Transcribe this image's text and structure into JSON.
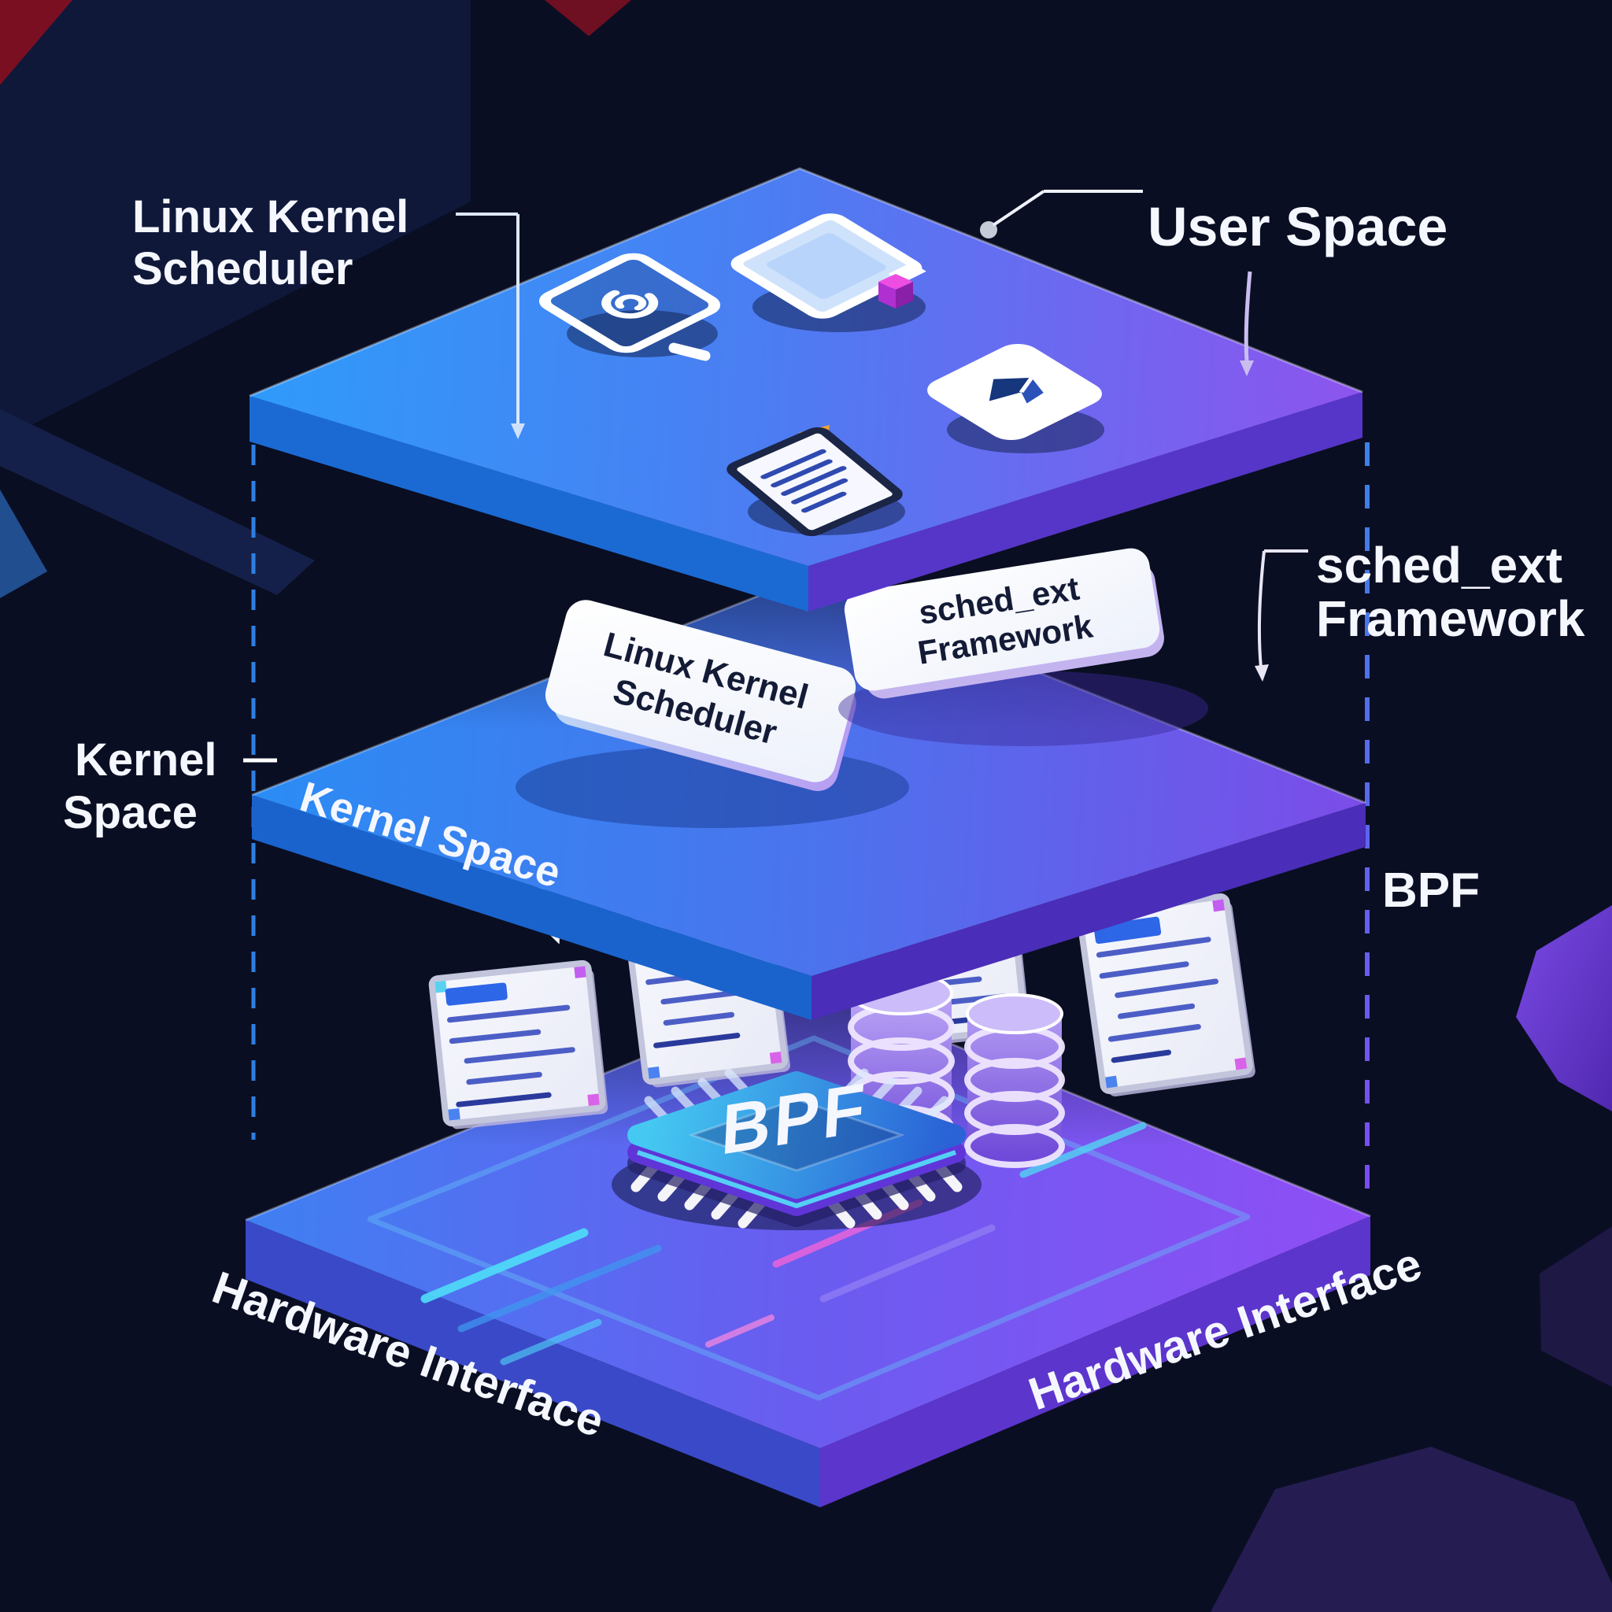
{
  "labels": {
    "linux_kernel_scheduler": {
      "line1": "Linux Kernel",
      "line2": "Scheduler"
    },
    "user_space": "User Space",
    "sched_ext_framework": {
      "line1": "sched_ext",
      "line2": "Framework"
    },
    "kernel_space_left": {
      "line1": "Kernel",
      "line2": "Space"
    },
    "kernel_space_on_layer": "Kernel Space",
    "bpf_right": "BPF",
    "hardware_interface_left": "Hardware Interface",
    "hardware_interface_right": "Hardware Interface"
  },
  "nodes": {
    "scheduler_box": {
      "line1": "Linux Kernel",
      "line2": "Scheduler"
    },
    "sched_ext_box": {
      "line1": "sched_ext",
      "line2": "Framework"
    },
    "bpf_chip_label": "BPF"
  },
  "layers": [
    {
      "id": "user-space",
      "name": "User Space"
    },
    {
      "id": "kernel-space",
      "name": "Kernel Space"
    },
    {
      "id": "hardware-interface",
      "name": "Hardware Interface"
    }
  ],
  "icons": [
    "terminal-icon",
    "monitor-icon",
    "app-icon",
    "document-icon",
    "bpf-chip-icon",
    "database-stack-icon",
    "code-card-icon"
  ],
  "colors": {
    "background": "#0a0e22",
    "layer_blue": "#2f8bf2",
    "layer_purple": "#7c4fe8",
    "accent_cyan": "#4fd4f4",
    "accent_magenta": "#d84fd8",
    "text": "#ffffff",
    "box_text": "#141b36",
    "dashed_blue": "#2f7fe0",
    "dashed_purple": "#7a4ff0"
  }
}
